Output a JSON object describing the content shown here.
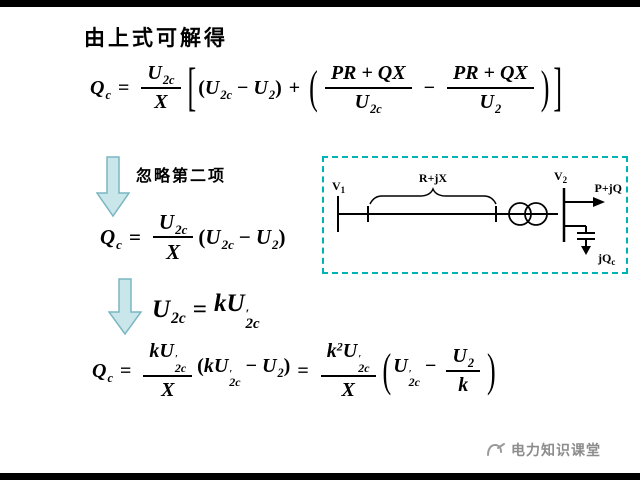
{
  "title": "由上式可解得",
  "annotation": "忽略第二项",
  "watermark": {
    "text": "电力知识课堂"
  },
  "colors": {
    "arrow_fill": "#c9e6eb",
    "arrow_border": "#7ab6c2",
    "box_border": "#00b3b3"
  },
  "circuit": {
    "v1": "V",
    "v1_sub": "1",
    "v2": "V",
    "v2_sub": "2",
    "impedance": "R+jX",
    "load": "P+jQ",
    "cap": "jQ",
    "cap_sub": "c"
  },
  "f1": {
    "Q": "Q",
    "Q_sub": "c",
    "eq": "=",
    "n1": "U",
    "n1_sub": "2c",
    "d1": "X",
    "lb": "[",
    "o1": "(",
    "a": "U",
    "a_sub": "2c",
    "m1": "−",
    "b": "U",
    "b_sub": "2",
    "c1": ")",
    "plus": "+",
    "lp": "(",
    "n2": "PR + QX",
    "d2": "U",
    "d2_sub": "2c",
    "m2": "−",
    "n3": "PR + QX",
    "d3": "U",
    "d3_sub": "2",
    "rp": ")",
    "rb": "]"
  },
  "f2": {
    "Q": "Q",
    "Q_sub": "c",
    "eq": "=",
    "n": "U",
    "n_sub": "2c",
    "d": "X",
    "o": "(",
    "a": "U",
    "a_sub": "2c",
    "m": "−",
    "b": "U",
    "b_sub": "2",
    "c": ")"
  },
  "f3": {
    "a": "U",
    "a_sub": "2c",
    "eq": "=",
    "k": "k",
    "b": "U",
    "b_sup": "′",
    "b_sub": "2c"
  },
  "f4": {
    "Q": "Q",
    "Q_sub": "c",
    "eq1": "=",
    "n1_k": "k",
    "n1_U": "U",
    "n1_sup": "′",
    "n1_sub": "2c",
    "d1": "X",
    "o1": "(",
    "t1_k": "k",
    "t1_U": "U",
    "t1_sup": "′",
    "t1_sub": "2c",
    "m1": "−",
    "t2_U": "U",
    "t2_sub": "2",
    "c1": ")",
    "eq2": "=",
    "n2_k": "k",
    "n2_exp": "2",
    "n2_U": "U",
    "n2_sup": "′",
    "n2_sub": "2c",
    "d2": "X",
    "lp": "(",
    "t3_U": "U",
    "t3_sup": "′",
    "t3_sub": "2c",
    "m2": "−",
    "fn": "U",
    "fn_sub": "2",
    "fd": "k",
    "rp": ")"
  }
}
